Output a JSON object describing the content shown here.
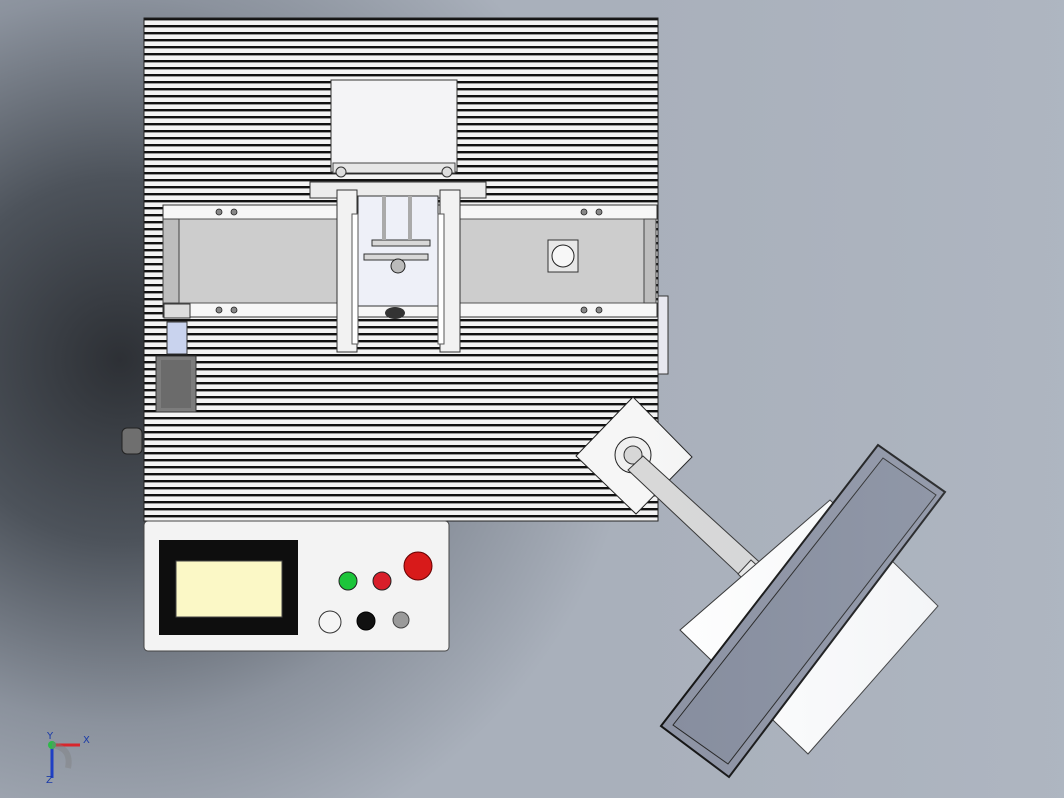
{
  "view": {
    "triad": {
      "x_label": "X",
      "y_label": "Y",
      "z_label": "Z",
      "x_color": "#d8262c",
      "y_color": "#2fb84a",
      "z_color": "#1f3fc4"
    }
  },
  "model": {
    "frame_color": "#f2f2f2",
    "stripe_color": "#111111",
    "screen_color": "#fbf8c6",
    "belt_color": "#cfcfcf",
    "conveyor_mode": "belt"
  },
  "control_panel": {
    "buttons": [
      {
        "name": "start-button",
        "color": "#1cc53a"
      },
      {
        "name": "stop-button",
        "color": "#d81e2a"
      },
      {
        "name": "emergency-stop-button",
        "color": "#d81a1a"
      },
      {
        "name": "white-selector-button",
        "color": "#f5f5f5"
      },
      {
        "name": "black-selector-button",
        "color": "#111111"
      },
      {
        "name": "gray-indicator-lamp",
        "color": "#9a9a9a"
      }
    ]
  }
}
